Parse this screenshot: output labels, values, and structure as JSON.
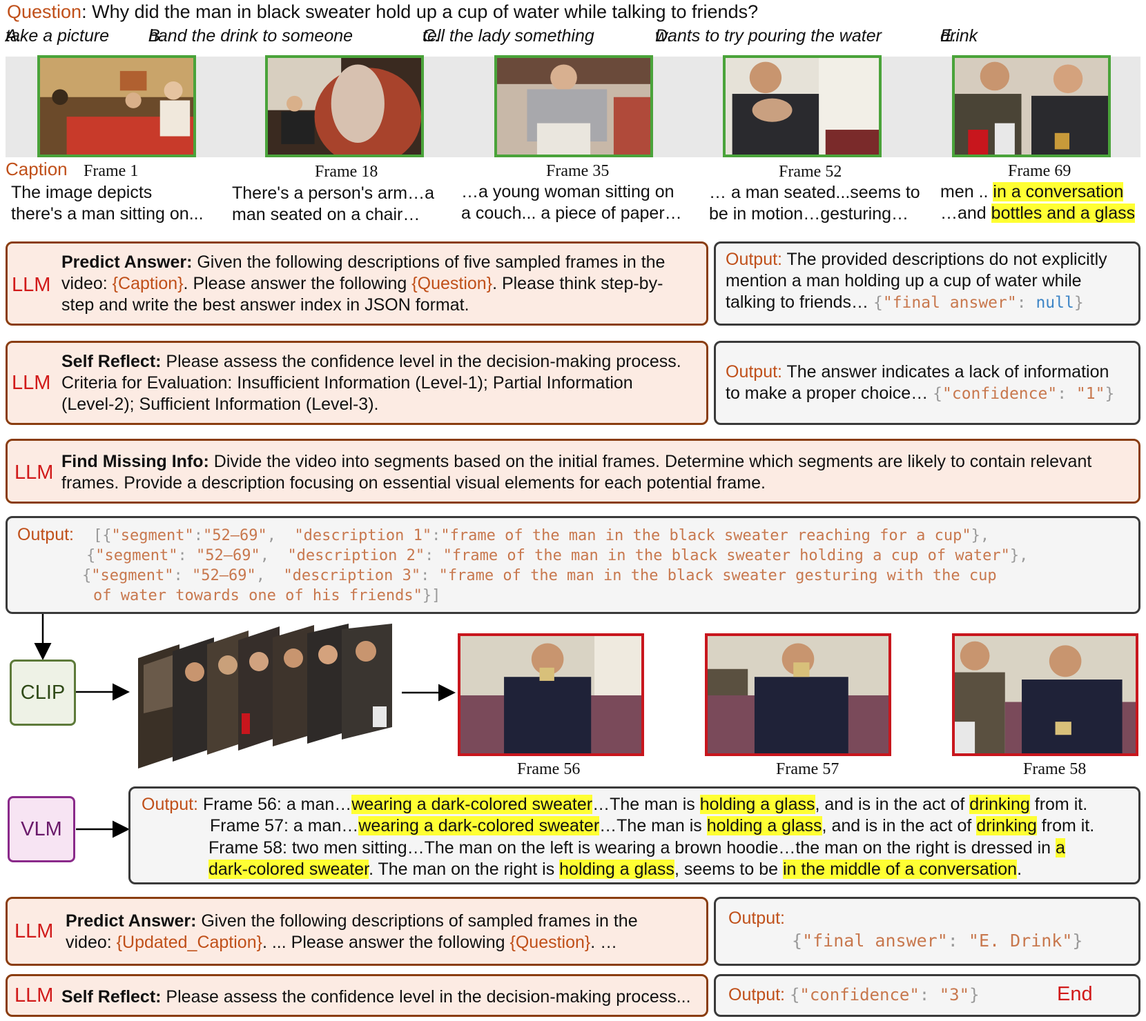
{
  "question": {
    "label": "Question",
    "text": " Why did the man in black sweater hold up a cup of water while talking to friends?",
    "options": [
      {
        "letter": "A.",
        "text": "take a picture"
      },
      {
        "letter": "B.",
        "text": "hand the drink to someone"
      },
      {
        "letter": "C.",
        "text": "tell the lady something"
      },
      {
        "letter": "D.",
        "text": "wants to try pouring the water"
      },
      {
        "letter": "E.",
        "text": "drink"
      }
    ]
  },
  "caption_label": "Caption",
  "initial_frames": [
    {
      "label": "Frame 1",
      "line1": "The image depicts",
      "line2": "there's a man sitting on..."
    },
    {
      "label": "Frame 18",
      "line1": "There's a person's arm…a",
      "line2": "man seated on a chair…"
    },
    {
      "label": "Frame 35",
      "line1": "…a young woman sitting on",
      "line2": "a couch... a piece of paper…"
    },
    {
      "label": "Frame 52",
      "line1": "… a man seated...seems to",
      "line2": "be in motion…gesturing…"
    },
    {
      "label": "Frame 69",
      "line1a": "men .. ",
      "line1b": "in a conversation",
      "line2a": "…and ",
      "line2b": "bottles and a glass"
    }
  ],
  "llm_label": "LLM",
  "step1": {
    "title": "Predict Answer:",
    "t1": " Given the following descriptions of five sampled frames in the",
    "t2a": "video: ",
    "t2var": "{Caption}",
    "t2b": ". Please answer the following ",
    "t2var2": "{Question}",
    "t2c": ". Please think step-by-",
    "t3": "step and write the best answer index in JSON format.",
    "output_label": "Output:",
    "o1": " The provided descriptions do not explicitly",
    "o2": "mention a man holding up a cup of water while",
    "o3": "talking to friends… ",
    "o_key": "\"final answer\"",
    "o_val": "null"
  },
  "step2": {
    "title": "Self Reflect:",
    "t1": " Please assess the confidence level in the decision-making process.",
    "t2": "Criteria for Evaluation: Insufficient Information (Level-1); Partial Information",
    "t3": "(Level-2); Sufficient Information (Level-3).",
    "output_label": "Output:",
    "o1": " The answer indicates a lack of information",
    "o2": "to make a proper choice… ",
    "o_key": "\"confidence\"",
    "o_val": "\"1\""
  },
  "step3": {
    "title": "Find Missing Info:",
    "t1": " Divide the video into segments based on the initial frames. Determine which segments are likely to contain relevant",
    "t2": "frames. Provide a description focusing on essential visual elements for each potential frame."
  },
  "segments": {
    "output_label": "Output:",
    "items": [
      {
        "seg_key": "\"segment\"",
        "seg_val": "\"52–69\"",
        "desc_key": "\"description 1\"",
        "desc_val": "\"frame of the man in the black sweater reaching for a cup\""
      },
      {
        "seg_key": "\"segment\"",
        "seg_val": "\"52–69\"",
        "desc_key": "\"description 2\"",
        "desc_val": "\"frame of the man in the black sweater holding a cup of water\""
      },
      {
        "seg_key": "\"segment\"",
        "seg_val": "\"52–69\"",
        "desc_key": "\"description 3\"",
        "desc_val": "\"frame of the man in the black sweater gesturing with the cup"
      }
    ],
    "tail": "of water towards one of his friends\""
  },
  "clip_label": "CLIP",
  "vlm_label": "VLM",
  "retrieved_frames": [
    {
      "label": "Frame 56"
    },
    {
      "label": "Frame 57"
    },
    {
      "label": "Frame 58"
    }
  ],
  "vlm_output": {
    "label": "Output:",
    "l1a": " Frame 56: a man…",
    "l1h1": "wearing a dark-colored sweater",
    "l1b": "…The man is ",
    "l1h2": "holding a glass",
    "l1c": ", and is in the act of ",
    "l1h3": "drinking",
    "l1d": " from it.",
    "l2a": "Frame 57: a man…",
    "l2h1": "wearing a dark-colored sweater",
    "l2b": "…The man is ",
    "l2h2": "holding a glass",
    "l2c": ", and is in the act of ",
    "l2h3": "drinking",
    "l2d": " from it.",
    "l3a": "Frame 58: two men sitting…The man on the left is wearing a brown hoodie…the man on the right is dressed in ",
    "l3h1": "a",
    "l4h1": "dark-colored sweater",
    "l4a": ". The man on the right is ",
    "l4h2": "holding a glass",
    "l4b": ", seems to be ",
    "l4h3": "in the middle of a conversation",
    "l4c": "."
  },
  "step4": {
    "title": "Predict Answer:",
    "t1": " Given the following descriptions of sampled frames in the",
    "t2a": "video: ",
    "t2var": "{Updated_Caption}",
    "t2b": ". ... Please answer the following ",
    "t2var2": "{Question}",
    "t2c": ". …",
    "output_label": "Output:",
    "o_key": "\"final answer\"",
    "o_val": "\"E. Drink\""
  },
  "step5": {
    "title": "Self Reflect:",
    "t1": " Please assess the confidence level in the decision-making process...",
    "output_label": "Output:",
    "o_key": "\"confidence\"",
    "o_val": "\"3\"",
    "end_label": "End"
  }
}
